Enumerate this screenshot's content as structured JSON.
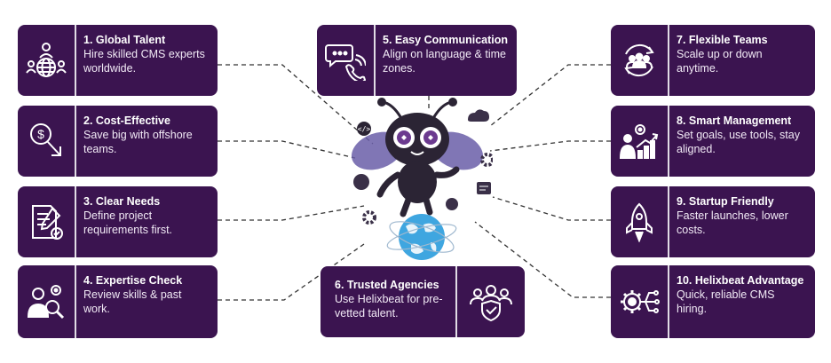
{
  "colors": {
    "card_bg": "#3b1450",
    "card_text": "#ffffff",
    "connector": "#333333",
    "mascot_body": "#2b2434",
    "mascot_wing": "#6a5ea8",
    "globe": "#3fa6e0"
  },
  "cards": [
    {
      "id": "global-talent",
      "title": "1. Global Talent",
      "desc": "Hire skilled CMS experts worldwide.",
      "icon": "people-globe-icon"
    },
    {
      "id": "cost-effective",
      "title": "2. Cost-Effective",
      "desc": "Save big with offshore teams.",
      "icon": "dollar-down-arrow-icon"
    },
    {
      "id": "clear-needs",
      "title": "3. Clear Needs",
      "desc": "Define project requirements first.",
      "icon": "document-pen-icon"
    },
    {
      "id": "expertise-check",
      "title": "4. Expertise Check",
      "desc": "Review skills & past work.",
      "icon": "person-gear-magnifier-icon"
    },
    {
      "id": "easy-communication",
      "title": "5. Easy Communication",
      "desc": "Align on language & time zones.",
      "icon": "chat-phone-icon"
    },
    {
      "id": "trusted-agencies",
      "title": "6. Trusted Agencies",
      "desc": "Use Helixbeat for pre-vetted talent.",
      "icon": "team-shield-icon"
    },
    {
      "id": "flexible-teams",
      "title": "7. Flexible Teams",
      "desc": "Scale up or down anytime.",
      "icon": "team-cycle-icon"
    },
    {
      "id": "smart-management",
      "title": "8. Smart Management",
      "desc": "Set goals, use tools, stay aligned.",
      "icon": "manager-growth-chart-icon"
    },
    {
      "id": "startup-friendly",
      "title": "9. Startup Friendly",
      "desc": "Faster launches, lower costs.",
      "icon": "rocket-icon"
    },
    {
      "id": "helixbeat-advantage",
      "title": "10. Helixbeat Advantage",
      "desc": "Quick, reliable CMS hiring.",
      "icon": "gear-circuit-icon"
    }
  ]
}
